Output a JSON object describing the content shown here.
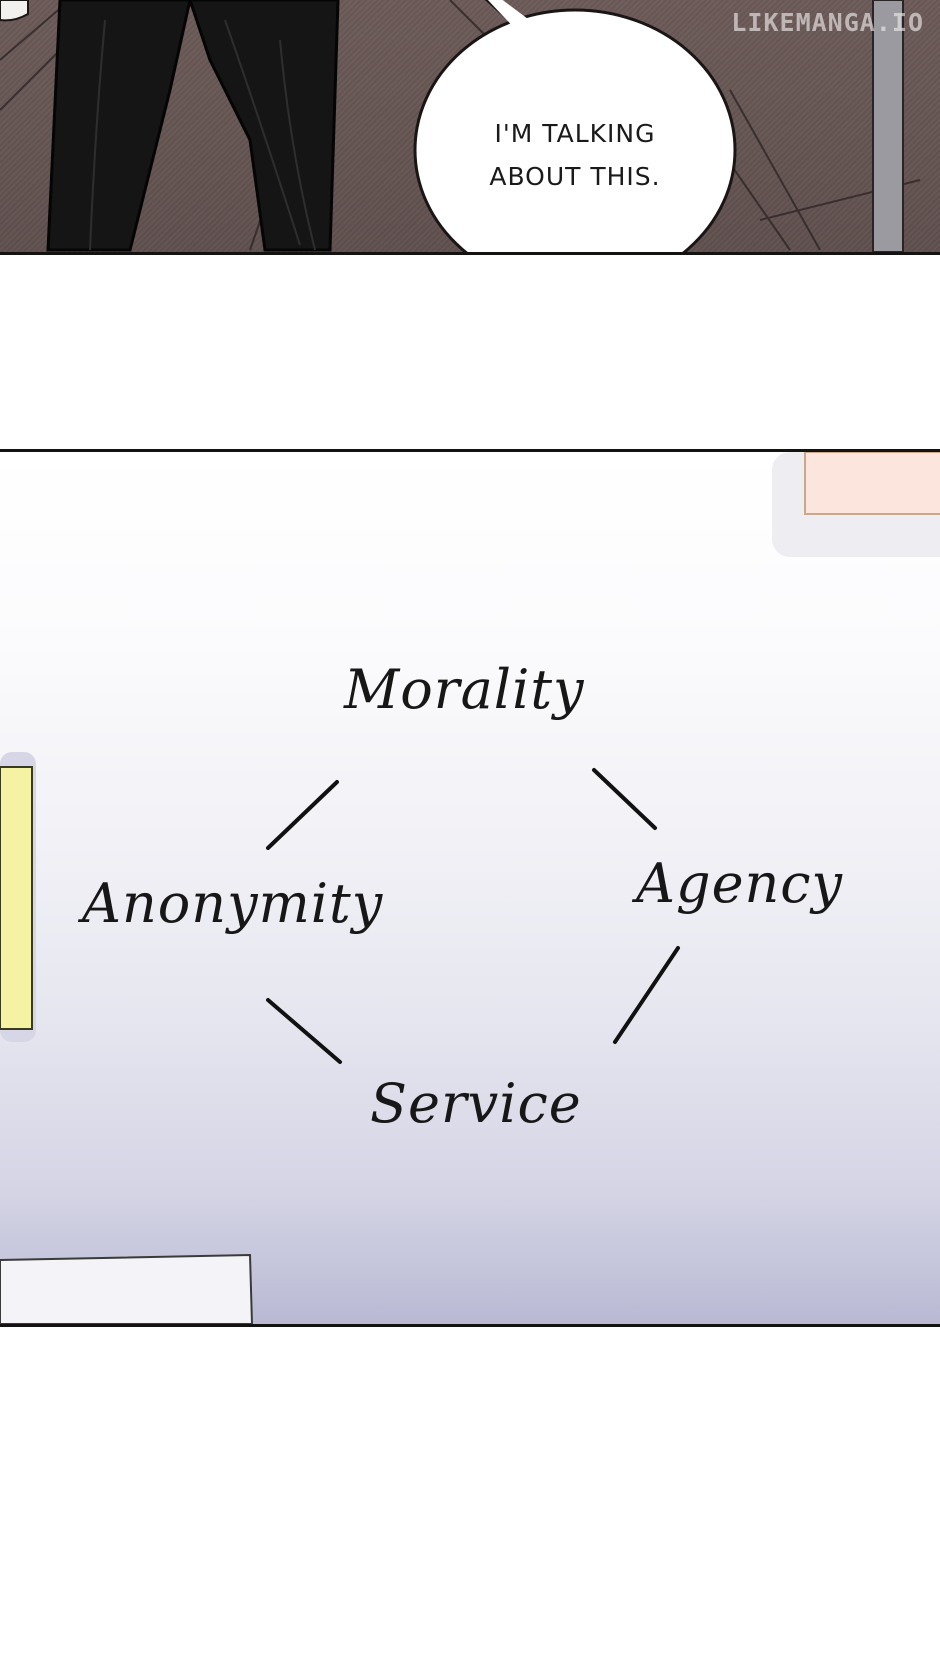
{
  "watermark": "LIKEMANGA.IO",
  "speech_bubble": {
    "text": "I'M TALKING\nABOUT THIS."
  },
  "diagram": {
    "nodes": {
      "top": "Morality",
      "left": "Anonymity",
      "right": "Agency",
      "bottom": "Service"
    }
  },
  "colors": {
    "ink": "#151212",
    "floor_brown": "#655452",
    "board_top": "#ffffff",
    "board_bottom": "#b9b9d4",
    "sticky_yellow": "#f5f2a3",
    "sticky_peach": "#fbe5dd"
  }
}
